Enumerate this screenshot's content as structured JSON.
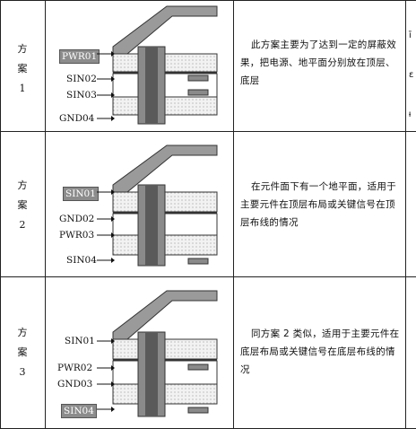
{
  "schemes": [
    {
      "label": [
        "方",
        "案",
        "1"
      ],
      "layers": [
        "PWR01",
        "SIN02",
        "SIN03",
        "GND04"
      ],
      "boxed": 0,
      "description": "此方案主要为了达到一定的屏蔽效果，把电源、地平面分别放在顶层、底层",
      "edge_text": [
        "ī",
        "ε",
        "ᵼ"
      ]
    },
    {
      "label": [
        "方",
        "案",
        "2"
      ],
      "layers": [
        "SIN01",
        "GND02",
        "PWR03",
        "SIN04"
      ],
      "boxed": 0,
      "description": "在元件面下有一个地平面，适用于主要元件在顶层布局或关键信号在顶层布线的情况",
      "edge_text": []
    },
    {
      "label": [
        "方",
        "案",
        "3"
      ],
      "layers": [
        "SIN01",
        "PWR02",
        "GND03",
        "SIN04"
      ],
      "boxed": 3,
      "description": "同方案 2 类似，适用于主要元件在底层布局或关键信号在底层布线的情况",
      "edge_text": []
    }
  ]
}
